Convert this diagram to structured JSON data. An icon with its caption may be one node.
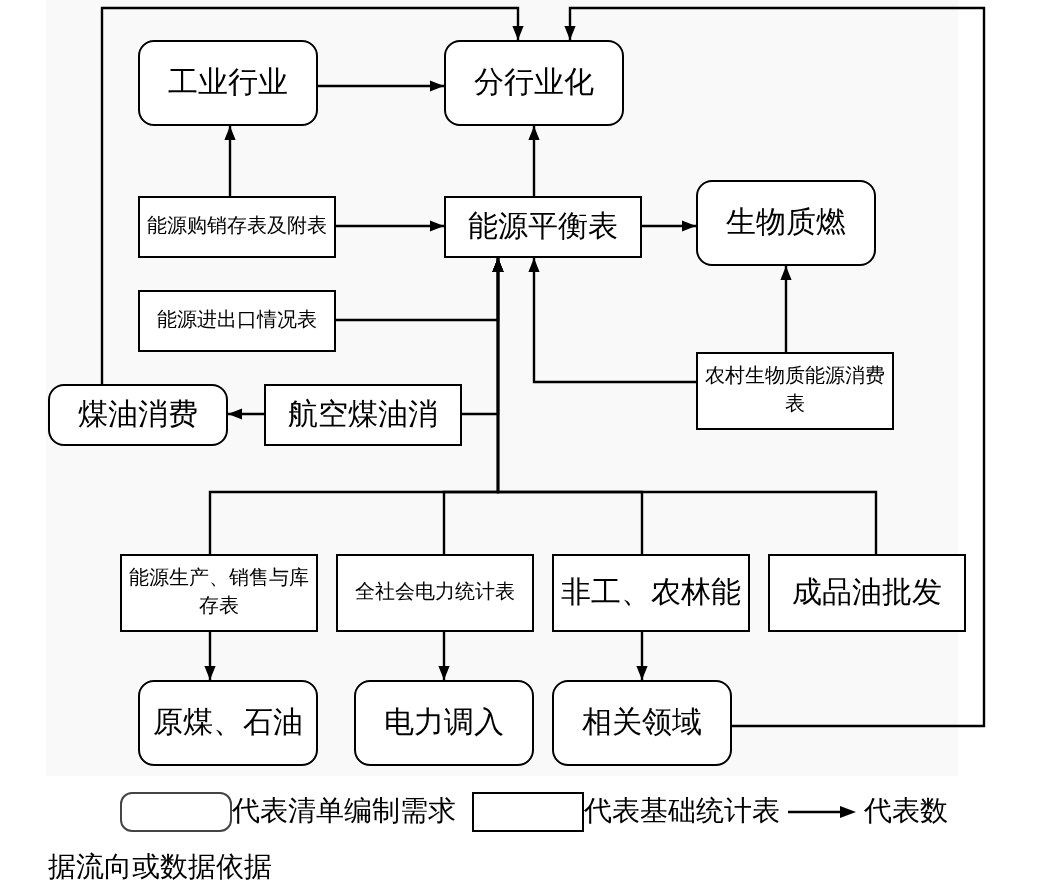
{
  "diagram": {
    "nodes": [
      {
        "text": [
          "工业行业"
        ]
      },
      {
        "text": [
          "分行业化"
        ]
      },
      {
        "text": [
          "能源购销存表及附表"
        ]
      },
      {
        "text": [
          "能源平衡表"
        ]
      },
      {
        "text": [
          "生物质燃"
        ]
      },
      {
        "text": [
          "能源进出口情况表"
        ]
      },
      {
        "text": [
          "农村生物质能源消费表"
        ]
      },
      {
        "text": [
          "煤油消费"
        ]
      },
      {
        "text": [
          "航空煤油消"
        ]
      },
      {
        "text": [
          "能源生产、销售与库存表"
        ]
      },
      {
        "text": [
          "全社会电力统计表"
        ]
      },
      {
        "text": [
          "非工、农林能"
        ]
      },
      {
        "text": [
          "成品油批发"
        ]
      },
      {
        "text": [
          "原煤、石油"
        ]
      },
      {
        "text": [
          "电力调入"
        ]
      },
      {
        "text": [
          "相关领域"
        ]
      }
    ],
    "edges": [
      {
        "from": 0,
        "to": 1,
        "arrow": "to"
      },
      {
        "from": 2,
        "to": 0,
        "arrow": "to"
      },
      {
        "from": 2,
        "to": 3,
        "arrow": "to"
      },
      {
        "from": 3,
        "to": 1,
        "arrow": "to"
      },
      {
        "from": 3,
        "to": 4,
        "arrow": "to"
      },
      {
        "from": 5,
        "to": 3,
        "arrow": "to"
      },
      {
        "from": 6,
        "to": 3,
        "arrow": "to"
      },
      {
        "from": 6,
        "to": 4,
        "arrow": "to"
      },
      {
        "from": 8,
        "to": 7,
        "arrow": "to"
      },
      {
        "from": 8,
        "to": 3,
        "arrow": "to"
      },
      {
        "from": 7,
        "to": 1,
        "arrow": "to"
      },
      {
        "from": 9,
        "to": 3,
        "arrow": "to"
      },
      {
        "from": 10,
        "to": 3,
        "arrow": "to"
      },
      {
        "from": 11,
        "to": 3,
        "arrow": "to"
      },
      {
        "from": 12,
        "to": 3,
        "arrow": "to"
      },
      {
        "from": 9,
        "to": 13,
        "arrow": "to"
      },
      {
        "from": 10,
        "to": 14,
        "arrow": "to"
      },
      {
        "from": 11,
        "to": 15,
        "arrow": "to"
      },
      {
        "from": 15,
        "to": 1,
        "arrow": "to"
      }
    ],
    "legend": [
      {
        "text": "代表清单编制需求"
      },
      {
        "text": "代表基础统计表"
      },
      {
        "text": "代表数据流向或数据依据"
      }
    ]
  }
}
